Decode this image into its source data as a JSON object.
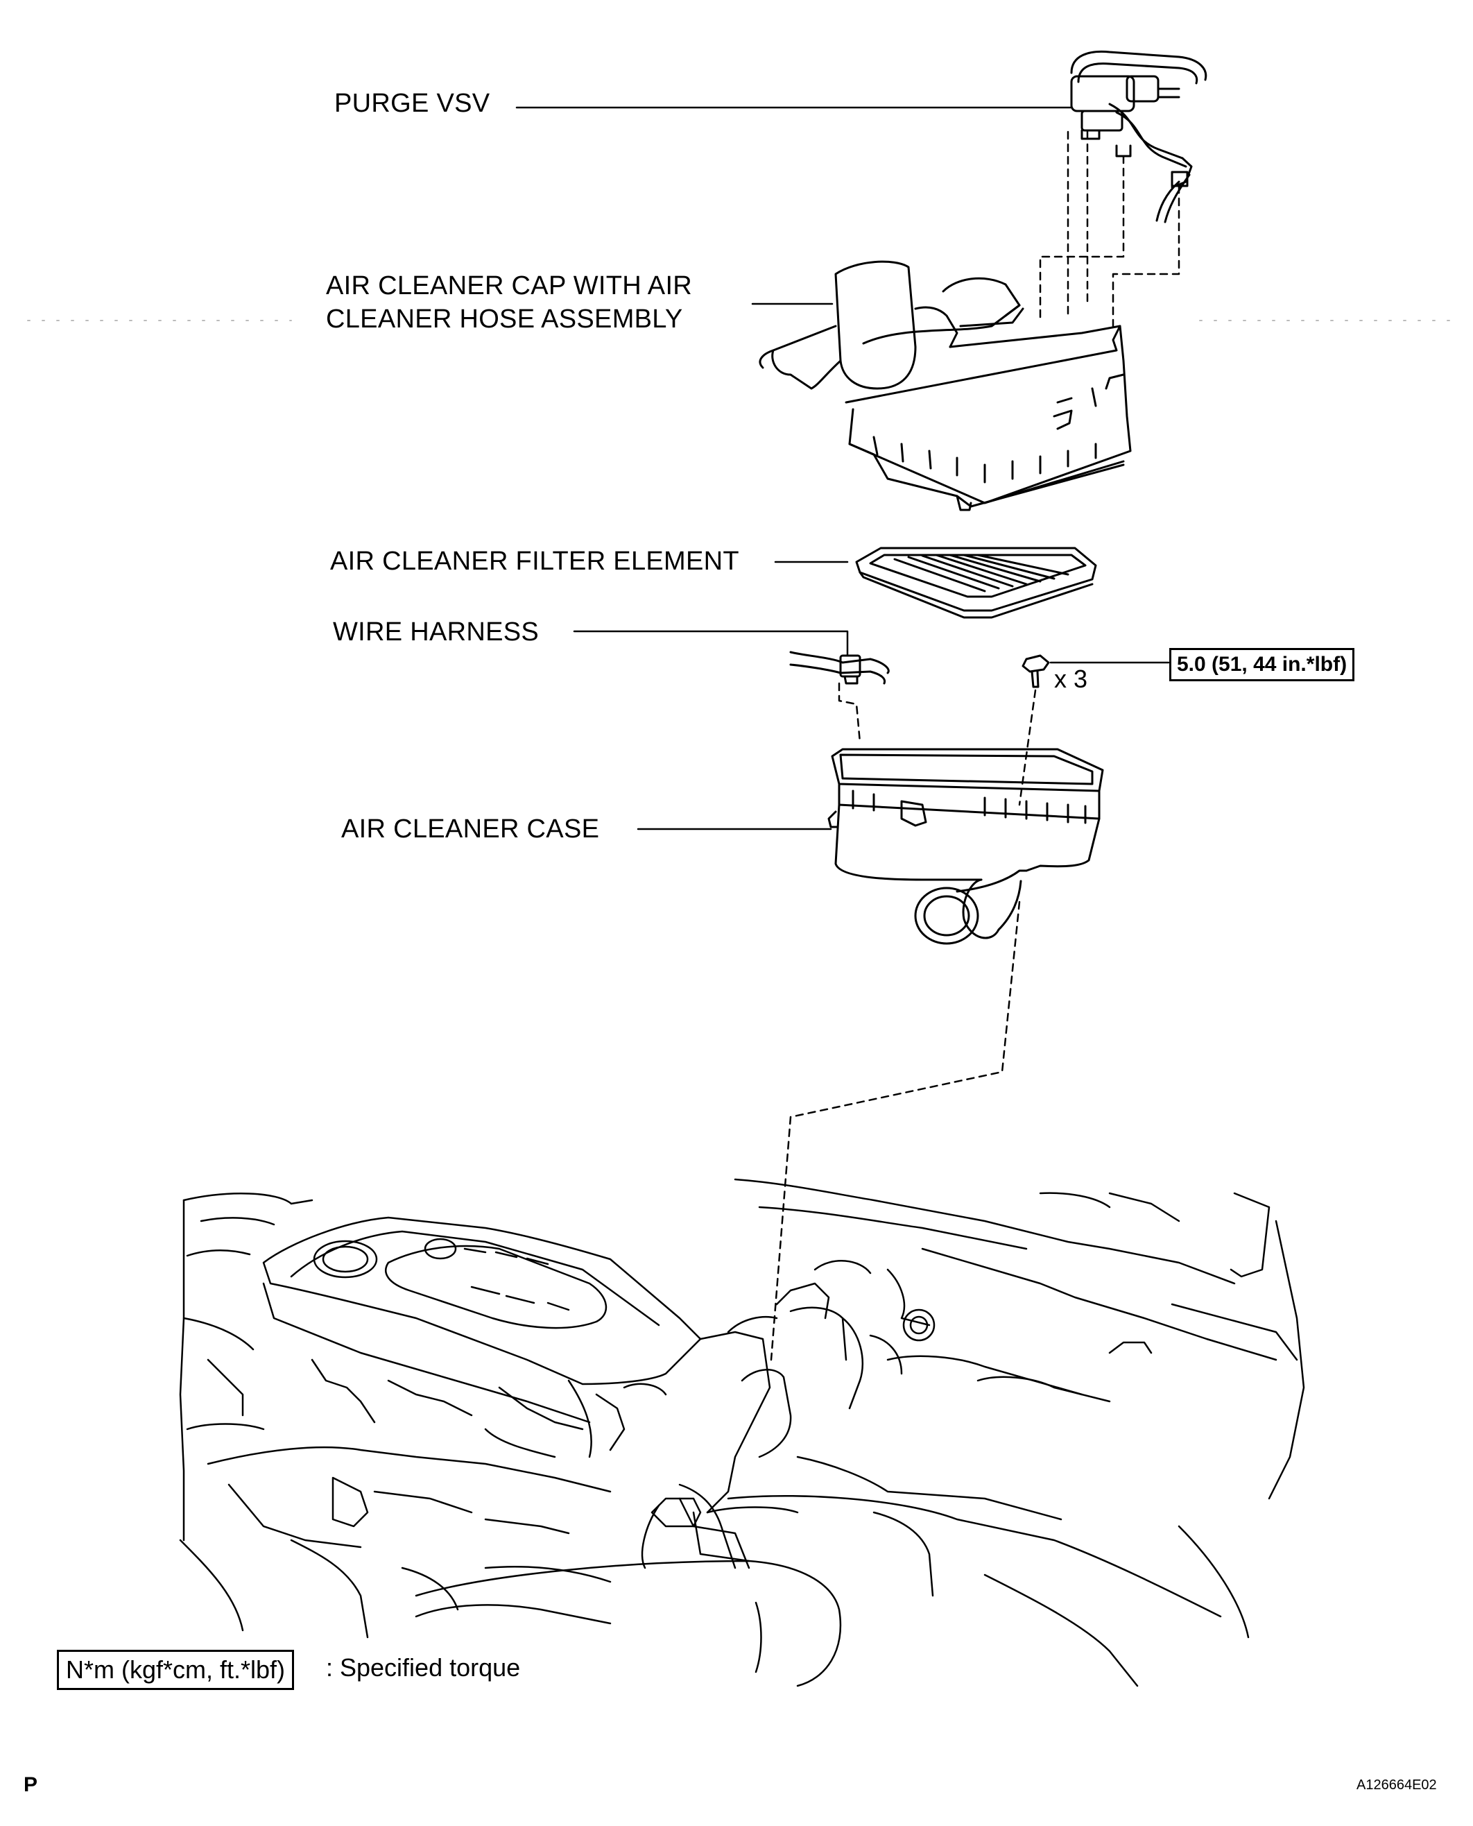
{
  "labels": {
    "purge_vsv": "PURGE VSV",
    "air_cleaner_cap_line1": "AIR CLEANER CAP WITH AIR",
    "air_cleaner_cap_line2": "CLEANER HOSE ASSEMBLY",
    "filter_element": "AIR CLEANER FILTER ELEMENT",
    "wire_harness": "WIRE HARNESS",
    "air_cleaner_case": "AIR CLEANER CASE"
  },
  "torque": {
    "value": "5.0 (51, 44 in.*lbf)",
    "quantity": "x 3"
  },
  "legend": {
    "unit_box": "N*m (kgf*cm, ft.*lbf)",
    "description": ": Specified torque"
  },
  "footer": {
    "section_letter": "P",
    "figure_id": "A126664E02"
  }
}
